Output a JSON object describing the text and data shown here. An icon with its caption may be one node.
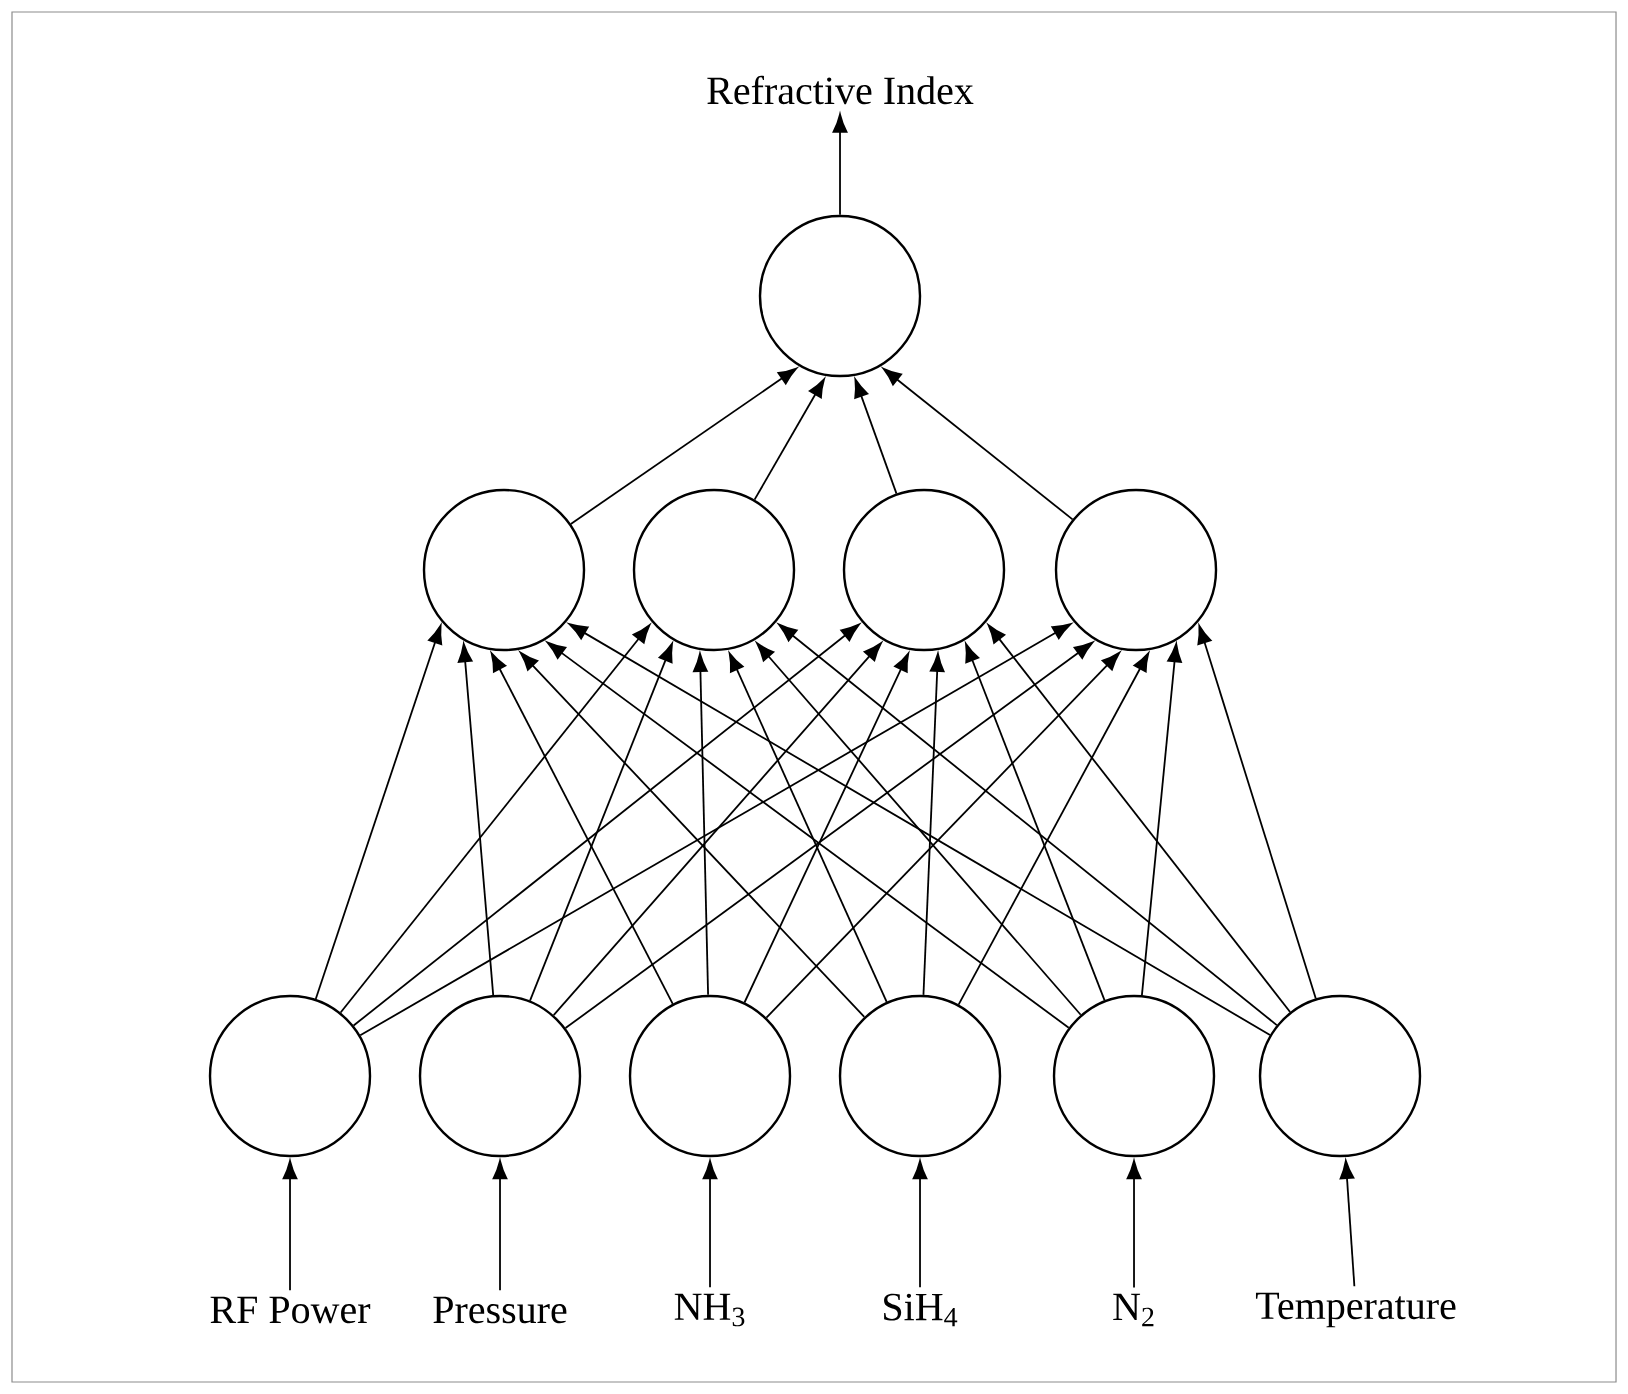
{
  "diagram": {
    "nodes": [
      {
        "text": [
          "Refractive Index"
        ]
      },
      {
        "text": [],
        "shape": "circle"
      },
      {
        "text": [],
        "shape": "circle"
      },
      {
        "text": [],
        "shape": "circle"
      },
      {
        "text": [],
        "shape": "circle"
      },
      {
        "text": [],
        "shape": "circle"
      },
      {
        "text": [],
        "shape": "circle"
      },
      {
        "text": [],
        "shape": "circle"
      },
      {
        "text": [],
        "shape": "circle"
      },
      {
        "text": [],
        "shape": "circle"
      },
      {
        "text": [],
        "shape": "circle"
      },
      {
        "text": [],
        "shape": "circle"
      },
      {
        "text": [
          "RF Power"
        ]
      },
      {
        "text": [
          "Pressure"
        ]
      },
      {
        "text": [
          "NH$_{3}$"
        ]
      },
      {
        "text": [
          "SiH$_{4}$"
        ]
      },
      {
        "text": [
          "N$_{2}$"
        ]
      },
      {
        "text": [
          "Temperature"
        ]
      }
    ],
    "edges": [
      {
        "from": 1,
        "to": 0,
        "arrow": "to"
      },
      {
        "from": 2,
        "to": 1,
        "arrow": "to"
      },
      {
        "from": 3,
        "to": 1,
        "arrow": "to"
      },
      {
        "from": 4,
        "to": 1,
        "arrow": "to"
      },
      {
        "from": 5,
        "to": 1,
        "arrow": "to"
      },
      {
        "from": 6,
        "to": 2,
        "arrow": "to"
      },
      {
        "from": 6,
        "to": 3,
        "arrow": "to"
      },
      {
        "from": 6,
        "to": 4,
        "arrow": "to"
      },
      {
        "from": 6,
        "to": 5,
        "arrow": "to"
      },
      {
        "from": 7,
        "to": 2,
        "arrow": "to"
      },
      {
        "from": 7,
        "to": 3,
        "arrow": "to"
      },
      {
        "from": 7,
        "to": 4,
        "arrow": "to"
      },
      {
        "from": 7,
        "to": 5,
        "arrow": "to"
      },
      {
        "from": 8,
        "to": 2,
        "arrow": "to"
      },
      {
        "from": 8,
        "to": 3,
        "arrow": "to"
      },
      {
        "from": 8,
        "to": 4,
        "arrow": "to"
      },
      {
        "from": 8,
        "to": 5,
        "arrow": "to"
      },
      {
        "from": 9,
        "to": 2,
        "arrow": "to"
      },
      {
        "from": 9,
        "to": 3,
        "arrow": "to"
      },
      {
        "from": 9,
        "to": 4,
        "arrow": "to"
      },
      {
        "from": 9,
        "to": 5,
        "arrow": "to"
      },
      {
        "from": 10,
        "to": 2,
        "arrow": "to"
      },
      {
        "from": 10,
        "to": 3,
        "arrow": "to"
      },
      {
        "from": 10,
        "to": 4,
        "arrow": "to"
      },
      {
        "from": 10,
        "to": 5,
        "arrow": "to"
      },
      {
        "from": 11,
        "to": 2,
        "arrow": "to"
      },
      {
        "from": 11,
        "to": 3,
        "arrow": "to"
      },
      {
        "from": 11,
        "to": 4,
        "arrow": "to"
      },
      {
        "from": 11,
        "to": 5,
        "arrow": "to"
      },
      {
        "from": 12,
        "to": 6,
        "arrow": "to"
      },
      {
        "from": 13,
        "to": 7,
        "arrow": "to"
      },
      {
        "from": 14,
        "to": 8,
        "arrow": "to"
      },
      {
        "from": 15,
        "to": 9,
        "arrow": "to"
      },
      {
        "from": 16,
        "to": 10,
        "arrow": "to"
      },
      {
        "from": 17,
        "to": 11,
        "arrow": "to"
      }
    ]
  }
}
